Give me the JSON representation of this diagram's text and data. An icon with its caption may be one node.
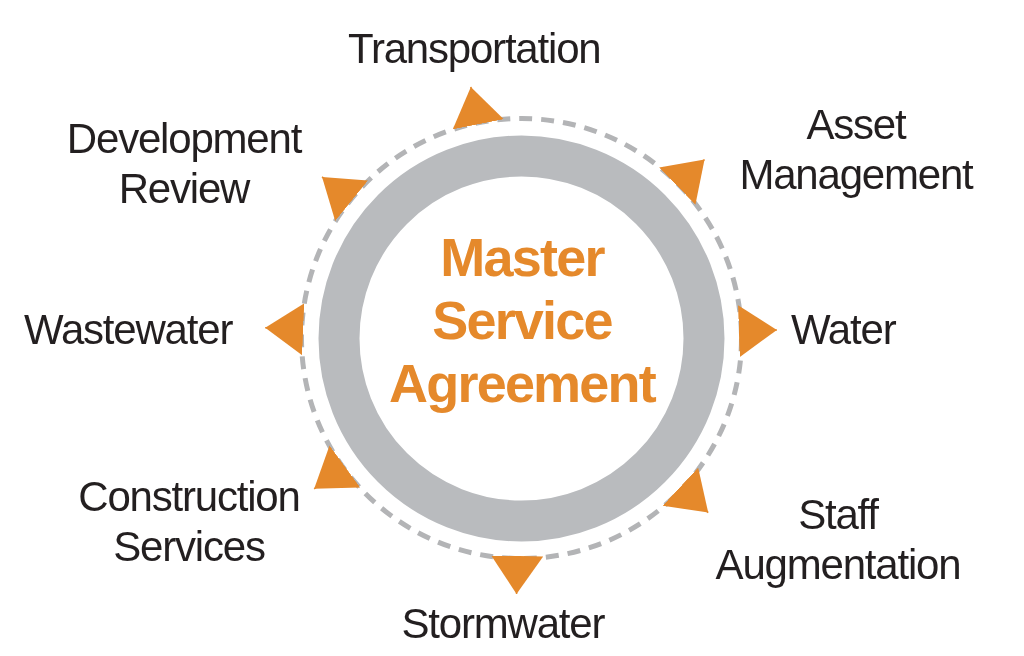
{
  "diagram": {
    "nodes": [
      {
        "text": [
          "Master Service Agreement"
        ]
      },
      {
        "text": [
          "Transportation"
        ]
      },
      {
        "text": [
          "Asset Management"
        ]
      },
      {
        "text": [
          "Water"
        ]
      },
      {
        "text": [
          "Staff Augmentation"
        ]
      },
      {
        "text": [
          "Stormwater"
        ]
      },
      {
        "text": [
          "Construction Services"
        ]
      },
      {
        "text": [
          "Wastewater"
        ]
      },
      {
        "text": [
          "Development Review"
        ]
      }
    ],
    "edges": [
      {
        "from": 0,
        "to": 1,
        "arrow": "to"
      },
      {
        "from": 0,
        "to": 2,
        "arrow": "to"
      },
      {
        "from": 0,
        "to": 3,
        "arrow": "to"
      },
      {
        "from": 0,
        "to": 4,
        "arrow": "to"
      },
      {
        "from": 0,
        "to": 5,
        "arrow": "to"
      },
      {
        "from": 0,
        "to": 6,
        "arrow": "to"
      },
      {
        "from": 0,
        "to": 7,
        "arrow": "to"
      },
      {
        "from": 0,
        "to": 8,
        "arrow": "to"
      }
    ]
  }
}
